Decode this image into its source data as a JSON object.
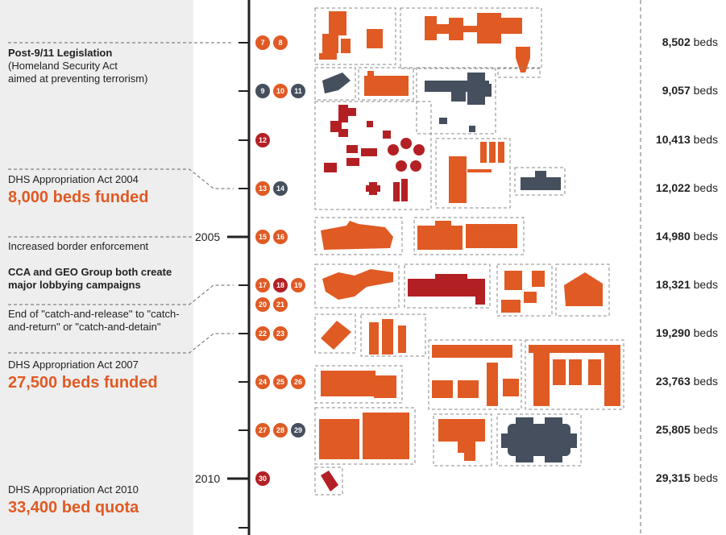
{
  "colors": {
    "accent_orange": "#e05a24",
    "dark_red": "#b32024",
    "slate": "#454f5e",
    "sidebar_bg": "#eeeeee"
  },
  "timeline": {
    "year_2005": "2005",
    "year_2010": "2010"
  },
  "annotations": {
    "post911_title": "Post-9/11 Legislation",
    "post911_sub": "(Homeland Security Act\naimed at preventing terrorism)",
    "dhs2004_title": "DHS Appropriation Act 2004",
    "dhs2004_big": "8,000 beds funded",
    "border": "Increased border enforcement",
    "cca_geo": "CCA and GEO Group both create major lobbying campaigns",
    "catch": "End of \"catch-and-release\" to \"catch-and-return\" or \"catch-and-detain\"",
    "dhs2007_title": "DHS Appropriation Act 2007",
    "dhs2007_big": "27,500 beds funded",
    "dhs2010_title": "DHS Appropriation Act 2010",
    "dhs2010_big": "33,400 bed quota"
  },
  "rows": [
    {
      "badges": [
        {
          "n": "7",
          "c": "orange"
        },
        {
          "n": "8",
          "c": "orange"
        }
      ],
      "beds_num": "8,502",
      "beds_unit": "beds"
    },
    {
      "badges": [
        {
          "n": "9",
          "c": "slate"
        },
        {
          "n": "10",
          "c": "orange"
        },
        {
          "n": "11",
          "c": "slate"
        }
      ],
      "beds_num": "9,057",
      "beds_unit": "beds"
    },
    {
      "badges": [
        {
          "n": "12",
          "c": "red"
        }
      ],
      "beds_num": "10,413",
      "beds_unit": "beds"
    },
    {
      "badges": [
        {
          "n": "13",
          "c": "orange"
        },
        {
          "n": "14",
          "c": "slate"
        }
      ],
      "beds_num": "12,022",
      "beds_unit": "beds"
    },
    {
      "badges": [
        {
          "n": "15",
          "c": "orange"
        },
        {
          "n": "16",
          "c": "orange"
        }
      ],
      "beds_num": "14,980",
      "beds_unit": "beds"
    },
    {
      "badges": [
        {
          "n": "17",
          "c": "orange"
        },
        {
          "n": "18",
          "c": "red"
        },
        {
          "n": "19",
          "c": "orange"
        }
      ],
      "beds_num": "18,321",
      "beds_unit": "beds"
    },
    {
      "badges": [
        {
          "n": "20",
          "c": "orange"
        },
        {
          "n": "21",
          "c": "orange"
        }
      ],
      "beds_num": "",
      "beds_unit": ""
    },
    {
      "badges": [
        {
          "n": "22",
          "c": "orange"
        },
        {
          "n": "23",
          "c": "orange"
        }
      ],
      "beds_num": "19,290",
      "beds_unit": "beds"
    },
    {
      "badges": [
        {
          "n": "24",
          "c": "orange"
        },
        {
          "n": "25",
          "c": "orange"
        },
        {
          "n": "26",
          "c": "orange"
        }
      ],
      "beds_num": "23,763",
      "beds_unit": "beds"
    },
    {
      "badges": [
        {
          "n": "27",
          "c": "orange"
        },
        {
          "n": "28",
          "c": "orange"
        },
        {
          "n": "29",
          "c": "slate"
        }
      ],
      "beds_num": "25,805",
      "beds_unit": "beds"
    },
    {
      "badges": [
        {
          "n": "30",
          "c": "red"
        }
      ],
      "beds_num": "29,315",
      "beds_unit": "beds"
    }
  ]
}
